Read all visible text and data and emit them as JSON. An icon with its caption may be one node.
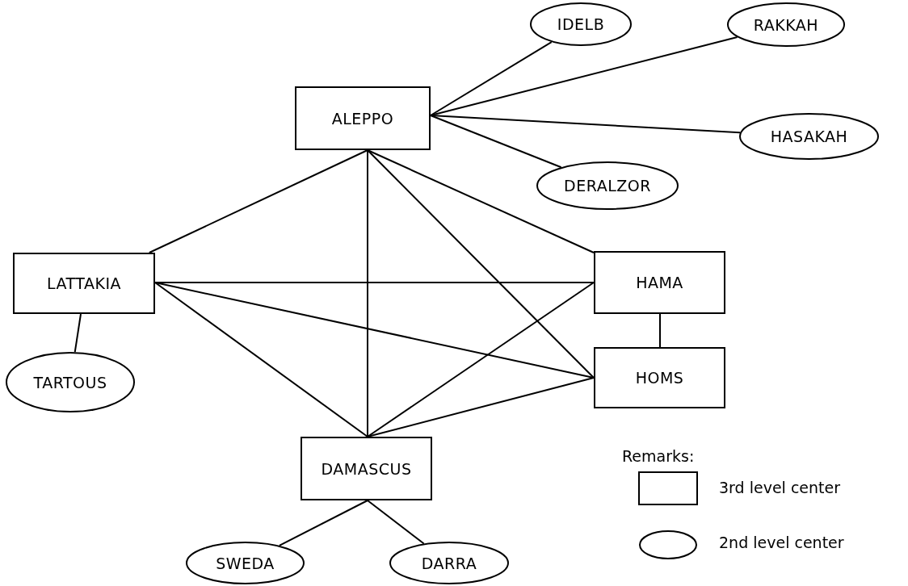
{
  "diagram": {
    "nodes": [
      {
        "text": [
          "ALEPPO"
        ]
      },
      {
        "text": [
          "IDELB"
        ]
      },
      {
        "text": [
          "RAKKAH"
        ]
      },
      {
        "text": [
          "HASAKAH"
        ]
      },
      {
        "text": [
          "DERALZOR"
        ]
      },
      {
        "text": [
          "LATTAKIA"
        ]
      },
      {
        "text": [
          "TARTOUS"
        ]
      },
      {
        "text": [
          "HAMA"
        ]
      },
      {
        "text": [
          "HOMS"
        ]
      },
      {
        "text": [
          "DAMASCUS"
        ]
      },
      {
        "text": [
          "SWEDA"
        ]
      },
      {
        "text": [
          "DARRA"
        ]
      }
    ],
    "edges": [
      {
        "from": 0,
        "to": 1,
        "arrow": "none"
      },
      {
        "from": 0,
        "to": 2,
        "arrow": "none"
      },
      {
        "from": 0,
        "to": 3,
        "arrow": "none"
      },
      {
        "from": 0,
        "to": 4,
        "arrow": "none"
      },
      {
        "from": 0,
        "to": 5,
        "arrow": "none"
      },
      {
        "from": 0,
        "to": 9,
        "arrow": "none"
      },
      {
        "from": 0,
        "to": 7,
        "arrow": "none"
      },
      {
        "from": 0,
        "to": 8,
        "arrow": "none"
      },
      {
        "from": 5,
        "to": 6,
        "arrow": "none"
      },
      {
        "from": 5,
        "to": 7,
        "arrow": "none"
      },
      {
        "from": 5,
        "to": 8,
        "arrow": "none"
      },
      {
        "from": 5,
        "to": 9,
        "arrow": "none"
      },
      {
        "from": 7,
        "to": 8,
        "arrow": "none"
      },
      {
        "from": 7,
        "to": 9,
        "arrow": "none"
      },
      {
        "from": 8,
        "to": 9,
        "arrow": "none"
      },
      {
        "from": 9,
        "to": 10,
        "arrow": "none"
      },
      {
        "from": 9,
        "to": 11,
        "arrow": "none"
      }
    ],
    "labels": [
      "Remarks:"
    ],
    "legend": [
      {
        "text": "3rd level center"
      },
      {
        "text": "2nd level center"
      }
    ]
  }
}
